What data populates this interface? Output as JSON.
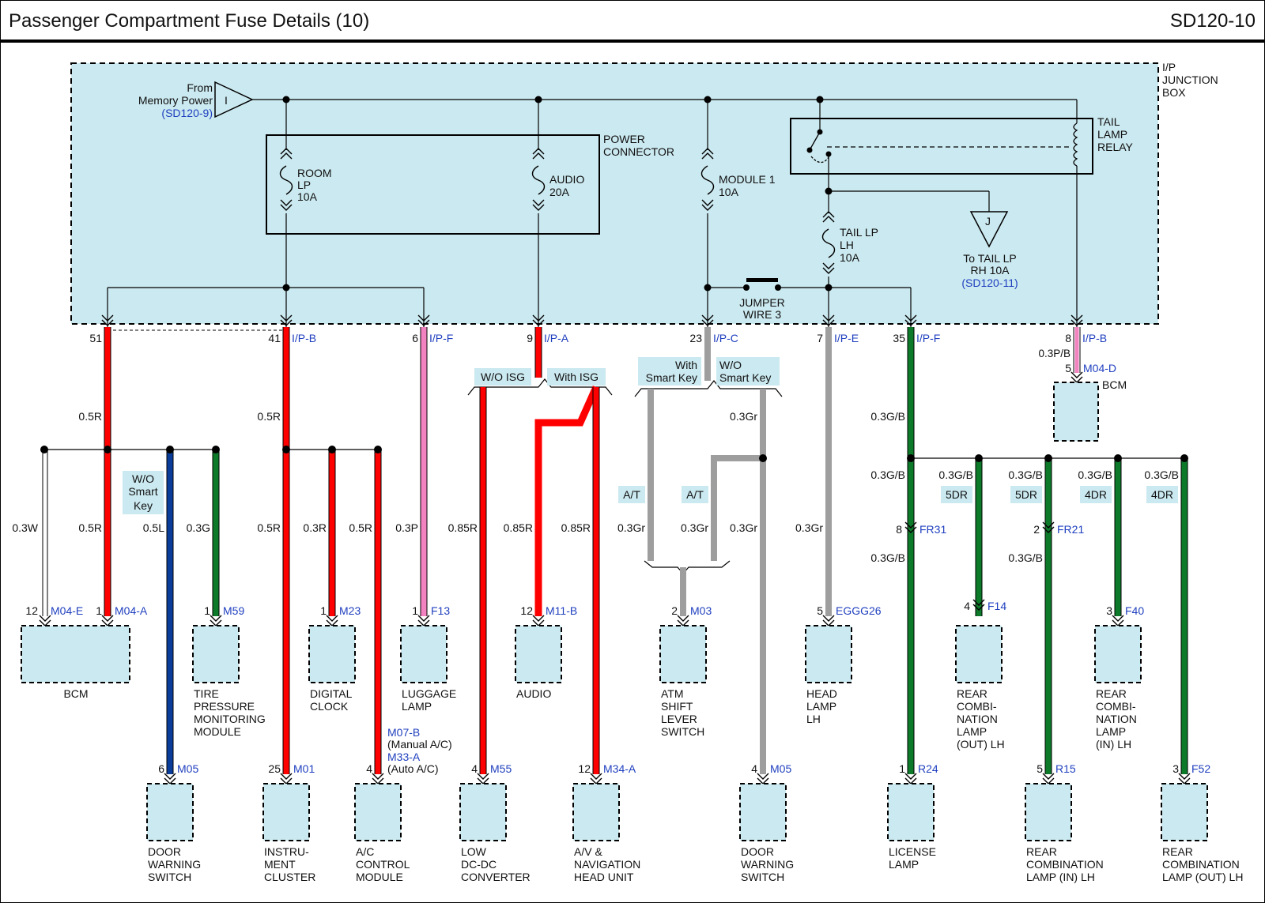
{
  "header": {
    "title": "Passenger Compartment Fuse Details (10)",
    "page_code": "SD120-10"
  },
  "junction_box": {
    "label": [
      "I/P",
      "JUNCTION",
      "BOX"
    ]
  },
  "memory_power": {
    "line1": "From",
    "line2": "Memory Power",
    "ref": "(SD120-9)",
    "symbol": "I"
  },
  "power_connector": {
    "line1": "POWER",
    "line2": "CONNECTOR"
  },
  "relay": {
    "line1": "TAIL",
    "line2": "LAMP",
    "line3": "RELAY"
  },
  "fuses": {
    "room": [
      "ROOM",
      "LP",
      "10A"
    ],
    "audio": [
      "AUDIO",
      "20A"
    ],
    "module": [
      "MODULE 1",
      "10A"
    ],
    "tail": [
      "TAIL LP",
      "LH",
      "10A"
    ]
  },
  "tail_rh": {
    "symbol": "J",
    "line1": "To TAIL LP",
    "line2": "RH 10A",
    "ref": "(SD120-11)"
  },
  "jumper": {
    "line1": "JUMPER",
    "line2": "WIRE 3"
  },
  "jb_pins": [
    {
      "pin": "51",
      "conn": ""
    },
    {
      "pin": "41",
      "conn": "I/P-B"
    },
    {
      "pin": "6",
      "conn": "I/P-F"
    },
    {
      "pin": "9",
      "conn": "I/P-A"
    },
    {
      "pin": "23",
      "conn": "I/P-C"
    },
    {
      "pin": "7",
      "conn": "I/P-E"
    },
    {
      "pin": "35",
      "conn": "I/P-F"
    },
    {
      "pin": "8",
      "conn": "I/P-B"
    }
  ],
  "bcm_top": {
    "wire": "0.3P/B",
    "pin": "5",
    "conn": "M04-D",
    "label": "BCM"
  },
  "options": {
    "wo_isg": "W/O ISG",
    "with_isg": "With ISG",
    "with_smart": [
      "With",
      "Smart Key"
    ],
    "wo_smart": [
      "W/O",
      "Smart Key"
    ],
    "wo_smart_key": [
      "W/O",
      "Smart",
      "Key"
    ],
    "at1": "A/T",
    "at2": "A/T",
    "dr1": "5DR",
    "dr2": "5DR",
    "dr3": "4DR",
    "dr4": "4DR"
  },
  "wires": {
    "w1": "0.5R",
    "w2": "0.5R",
    "w3": "0.3W",
    "w4": "0.5R",
    "w5": "0.5L",
    "w6": "0.3G",
    "w7": "0.5R",
    "w8": "0.3R",
    "w9": "0.5R",
    "w10": "0.3P",
    "w11": "0.85R",
    "w12": "0.85R",
    "w13": "0.85R",
    "w14": "0.3Gr",
    "w15": "0.3Gr",
    "w16": "0.3Gr",
    "w17": "0.3Gr",
    "w18": "0.3Gr",
    "w19": "0.3G/B",
    "w20": "0.3G/B",
    "w21": "0.3G/B",
    "w22": "0.3G/B",
    "w23": "0.3G/B",
    "w24": "0.3G/B",
    "w25": "0.3G/B",
    "w26": "0.3G/B"
  },
  "inline": {
    "fr31": {
      "pin": "8",
      "conn": "FR31"
    },
    "fr21": {
      "pin": "2",
      "conn": "FR21"
    }
  },
  "components": {
    "bcm": {
      "pin_a": "12",
      "conn_a": "M04-E",
      "pin_b": "1",
      "conn_b": "M04-A",
      "label": [
        "BCM"
      ]
    },
    "tpms": {
      "pin": "1",
      "conn": "M59",
      "label": [
        "TIRE",
        "PRESSURE",
        "MONITORING",
        "MODULE"
      ]
    },
    "clock": {
      "pin": "1",
      "conn": "M23",
      "label": [
        "DIGITAL",
        "CLOCK"
      ]
    },
    "luggage": {
      "pin": "1",
      "conn": "F13",
      "label": [
        "LUGGAGE",
        "LAMP"
      ]
    },
    "audio": {
      "pin": "12",
      "conn": "M11-B",
      "label": [
        "AUDIO"
      ]
    },
    "atm": {
      "pin": "2",
      "conn": "M03",
      "label": [
        "ATM",
        "SHIFT",
        "LEVER",
        "SWITCH"
      ]
    },
    "headlamp": {
      "pin": "5",
      "conn": "EGGG26",
      "label": [
        "HEAD",
        "LAMP",
        "LH"
      ]
    },
    "rcl_out": {
      "pin": "4",
      "conn": "F14",
      "label": [
        "REAR",
        "COMBI-",
        "NATION",
        "LAMP",
        "(OUT) LH"
      ]
    },
    "rcl_in": {
      "pin": "3",
      "conn": "F40",
      "label": [
        "REAR",
        "COMBI-",
        "NATION",
        "LAMP",
        "(IN) LH"
      ]
    },
    "door1": {
      "pin": "6",
      "conn": "M05",
      "label": [
        "DOOR",
        "WARNING",
        "SWITCH"
      ]
    },
    "cluster": {
      "pin": "25",
      "conn": "M01",
      "label": [
        "INSTRU-",
        "MENT",
        "CLUSTER"
      ]
    },
    "ac": {
      "pin": "4",
      "conn1": "M07-B",
      "note1": "(Manual A/C)",
      "conn2": "M33-A",
      "note2": "(Auto A/C)",
      "label": [
        "A/C",
        "CONTROL",
        "MODULE"
      ]
    },
    "ldc": {
      "pin": "4",
      "conn": "M55",
      "label": [
        "LOW",
        "DC-DC",
        "CONVERTER"
      ]
    },
    "avn": {
      "pin": "12",
      "conn": "M34-A",
      "label": [
        "A/V &",
        "NAVIGATION",
        "HEAD UNIT"
      ]
    },
    "door2": {
      "pin": "4",
      "conn": "M05",
      "label": [
        "DOOR",
        "WARNING",
        "SWITCH"
      ]
    },
    "license": {
      "pin": "1",
      "conn": "R24",
      "label": [
        "LICENSE",
        "LAMP"
      ]
    },
    "rcl_in2": {
      "pin": "5",
      "conn": "R15",
      "label": [
        "REAR",
        "COMBINATION",
        "LAMP (IN) LH"
      ]
    },
    "rcl_out2": {
      "pin": "3",
      "conn": "F52",
      "label": [
        "REAR",
        "COMBINATION",
        "LAMP (OUT) LH"
      ]
    }
  },
  "colors": {
    "red": "#ff0000",
    "pink": "#f383c0",
    "blue": "#0a3d9a",
    "green": "#0d7a2a",
    "gray": "#9e9e9e",
    "panel": "#cbe9f0",
    "ref": "#1f3fbf"
  }
}
